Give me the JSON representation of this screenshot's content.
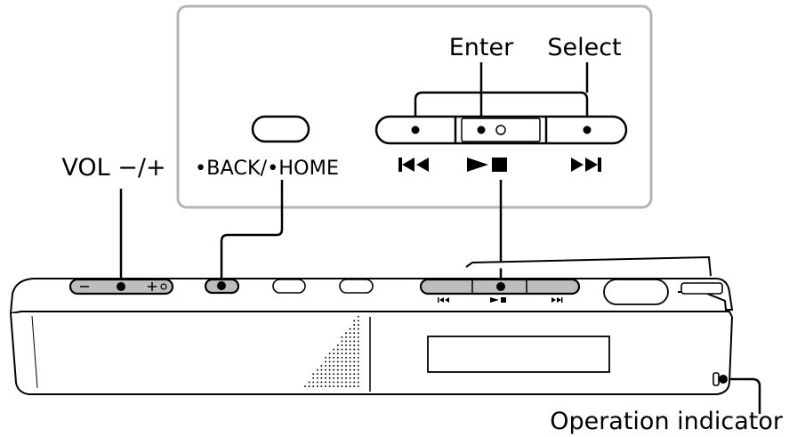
{
  "labels": {
    "enter": "Enter",
    "select": "Select",
    "vol": "VOL −/+",
    "back_home": "•BACK/•HOME",
    "operation_indicator": "Operation indicator"
  },
  "icons": {
    "skip_back": "skip-back-icon",
    "play_stop": "play-stop-icon",
    "skip_forward": "skip-forward-icon"
  },
  "colors": {
    "line": "#000000",
    "inset_border": "#b0b0b0",
    "device_fill": "#ffffff"
  }
}
